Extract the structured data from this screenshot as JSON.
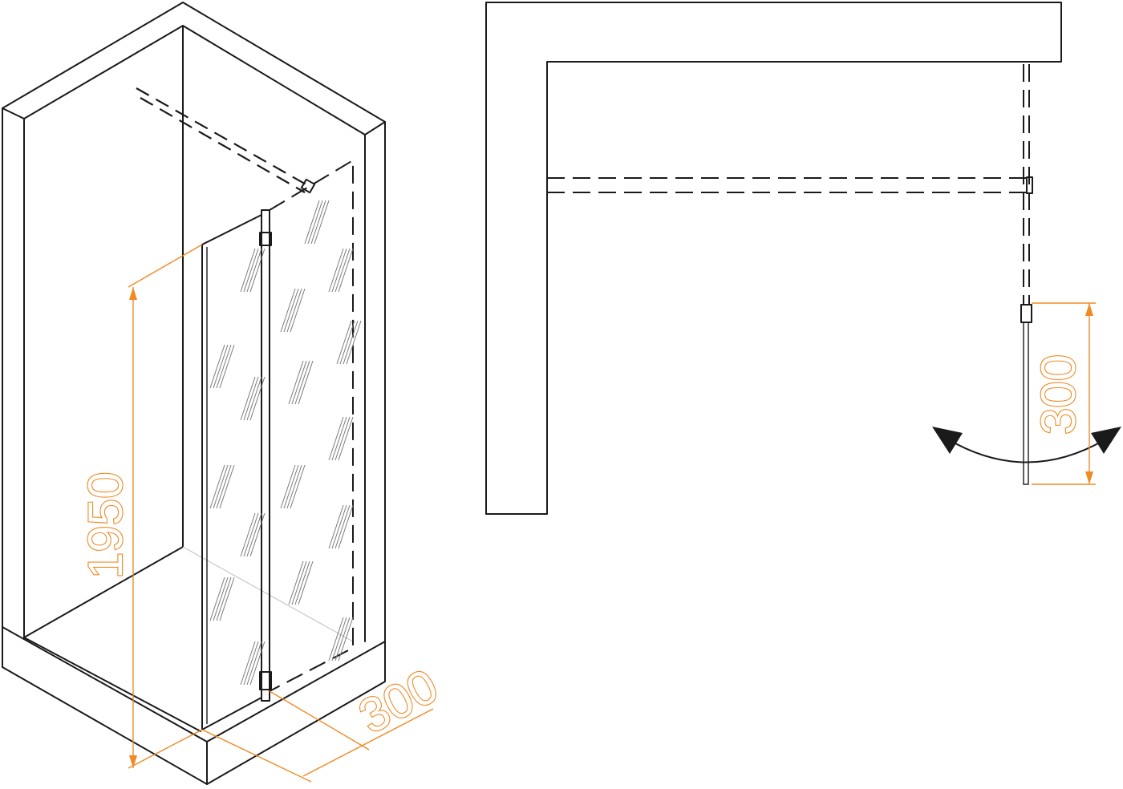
{
  "dimensions": {
    "height_label": "1950",
    "width_label_iso": "300",
    "width_label_plan": "300"
  },
  "colors": {
    "line": "#1a1a1a",
    "dimension": "#f08a24",
    "background": "#ffffff"
  }
}
